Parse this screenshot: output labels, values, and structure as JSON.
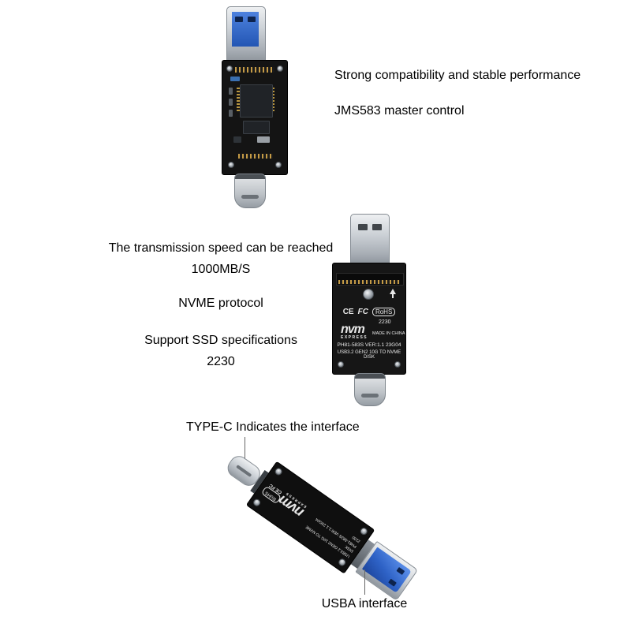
{
  "annotations": {
    "top": [
      "Strong compatibility and stable performance",
      "JMS583 master control"
    ],
    "middle": [
      "The transmission speed can be reached",
      "1000MB/S",
      "NVME protocol",
      "Support SSD specifications",
      "2230"
    ],
    "typec_label": "TYPE-C Indicates the interface",
    "usba_label": "USBA interface"
  },
  "silkscreen": {
    "ce": "CE",
    "fcc": "FC",
    "rohs": "RoHS",
    "size": "2230",
    "nvm_logo": "nvm",
    "express": "EXPRESS",
    "made_in": "MADE IN CHINA",
    "model": "PH81-583S VER:1.1 23G04",
    "spec": "USB3.2 GEN2 10G TO NVME DISK"
  },
  "colors": {
    "usb_blue": "#2d63c8",
    "pcb": "#141414",
    "metal": "#c9ced3",
    "background": "#ffffff"
  }
}
